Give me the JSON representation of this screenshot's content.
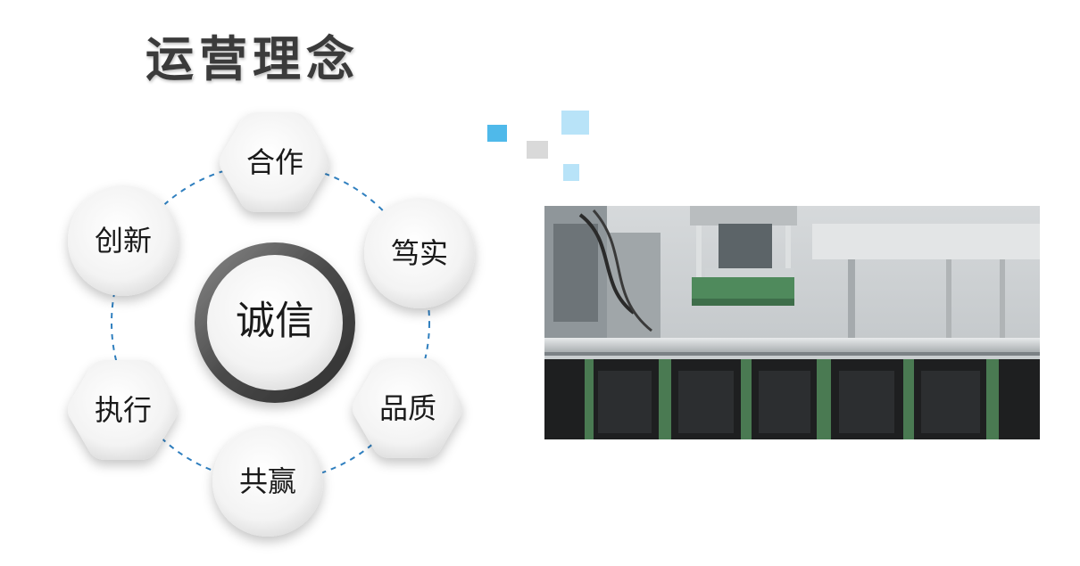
{
  "title": "运营理念",
  "center": {
    "label": "诚信"
  },
  "nodes": [
    {
      "label": "合作"
    },
    {
      "label": "笃实"
    },
    {
      "label": "品质"
    },
    {
      "label": "共赢"
    },
    {
      "label": "执行"
    },
    {
      "label": "创新"
    }
  ],
  "colors": {
    "title": "#3b3b3b",
    "dashed_ring": "#2f7fbf",
    "center_ring": "#555555",
    "deco_blue": "#4fb9ea",
    "deco_light_blue": "#b8e3f8",
    "deco_gray": "#d9d9d9"
  },
  "photo": {
    "subject": "industrial-machine-photo"
  }
}
